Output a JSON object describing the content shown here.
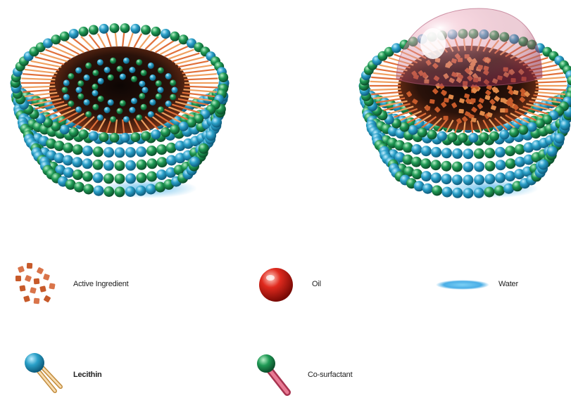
{
  "legend": {
    "active_ingredient": "Active Ingredient",
    "oil": "Oil",
    "water": "Water",
    "lecithin": "Lecithin",
    "co_surfactant": "Co-surfactant"
  },
  "colors": {
    "lecithin_head_blue": "#2aa0c8",
    "cosurfactant_head_green": "#1f9a55",
    "tail_orange": "#e0703a",
    "core_dark": "#1a0e0a",
    "active_ingredient": "#c75a2a",
    "oil_red": "#e02a1e",
    "water_blue": "#4aaee6",
    "oil_cap_pink": "#c8708a"
  }
}
